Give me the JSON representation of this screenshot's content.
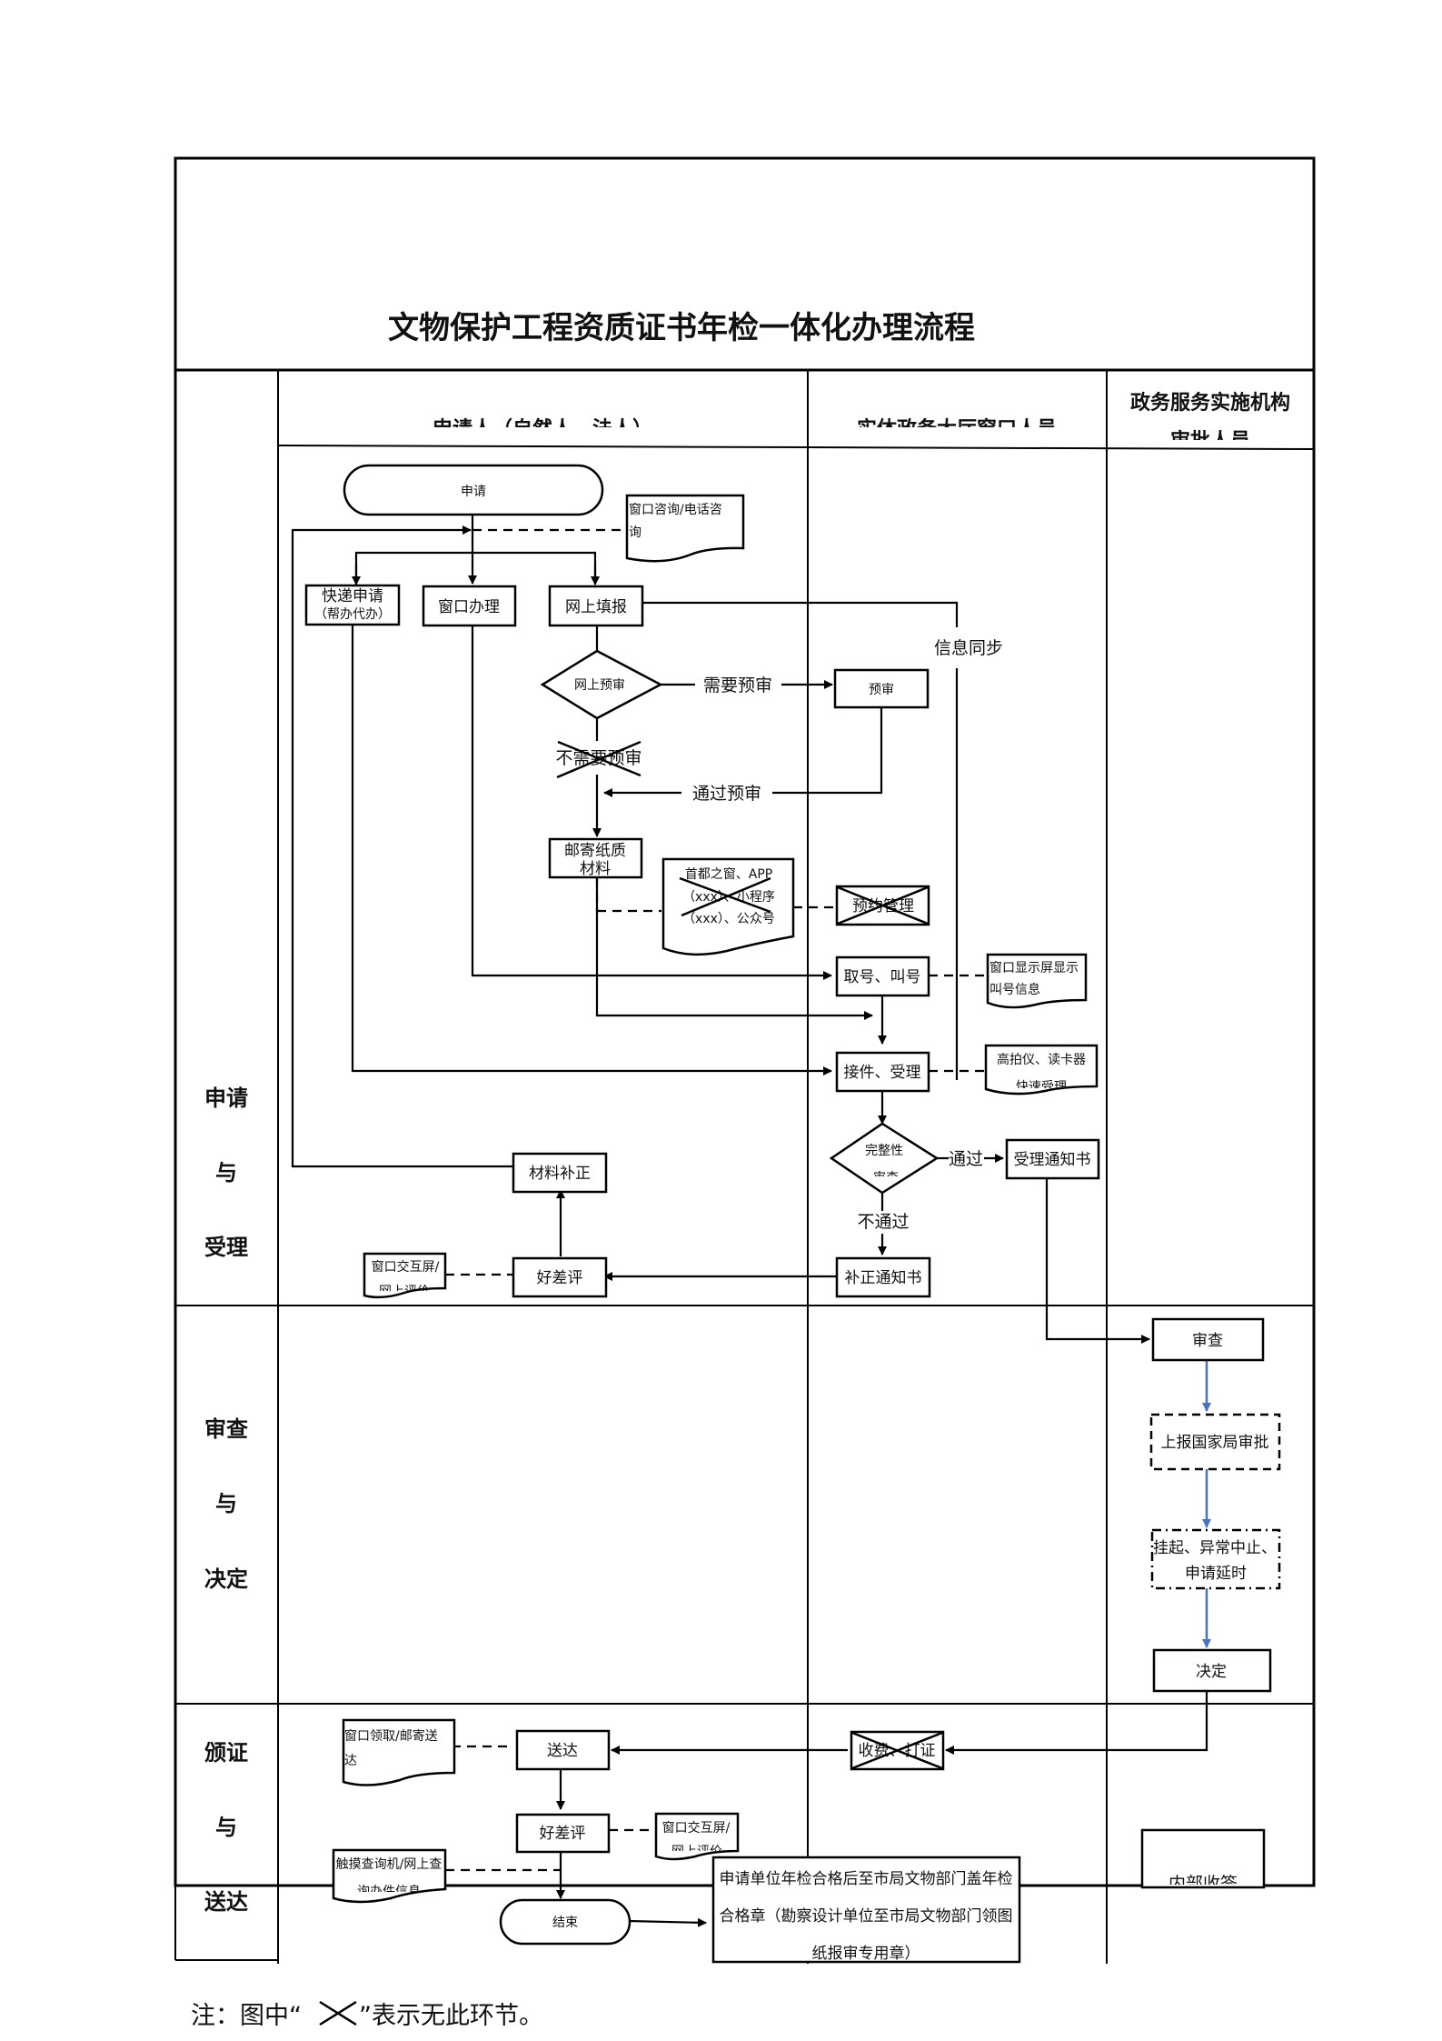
{
  "title": "文物保护工程资质证书年检一体化办理流程",
  "lanes": {
    "applicant": "申请人（自然人、法人）",
    "window": "实体政务大厅窗口人员",
    "agency_line1": "政务服务实施机构",
    "agency_line2": "审批人员"
  },
  "phases": {
    "apply": [
      "申请",
      "与",
      "受理"
    ],
    "review": [
      "审查",
      "与",
      "决定"
    ],
    "issue": [
      "颁证",
      "与",
      "送达"
    ]
  },
  "nodes": {
    "start": "申请",
    "consult_doc": [
      "窗口咨询/电话咨",
      "询"
    ],
    "express": [
      "快递申请",
      "（帮办代办）"
    ],
    "window_handle": "窗口办理",
    "online_fill": "网上填报",
    "online_precheck": "网上预审",
    "precheck": "预审",
    "mail_materials": [
      "邮寄纸质",
      "材料"
    ],
    "portal_doc": [
      "首都之窗、APP",
      "（xxx）、小程序",
      "（xxx）、公众号"
    ],
    "appointment": "预约管理",
    "take_number": "取号、叫号",
    "display_doc": [
      "窗口显示屏显示",
      "叫号信息"
    ],
    "receive_accept": "接件、受理",
    "scanner_doc": [
      "高拍仪、读卡器",
      "快速受理"
    ],
    "completeness_check": [
      "完整性",
      "审查"
    ],
    "accept_notice": "受理通知书",
    "correction_notice": "补正通知书",
    "materials_correction": "材料补正",
    "rating_1": "好差评",
    "rating_doc_1": [
      "窗口交互屏/",
      "网上评价"
    ],
    "review": "审查",
    "report_state": "上报国家局审批",
    "suspend": [
      "挂起、异常中止、",
      "申请延时"
    ],
    "decision": "决定",
    "fee_print": "收费、打证",
    "deliver": "送达",
    "pickup_doc": [
      "窗口领取/邮寄送",
      "达"
    ],
    "rating_2": "好差评",
    "rating_doc_2": [
      "窗口交互屏/",
      "网上评价"
    ],
    "query_doc": [
      "触摸查询机/网上查",
      "询办件信息"
    ],
    "end": "结束",
    "stamp_note": [
      "申请单位年检合格后至市局文物部门盖年检",
      "合格章（勘察设计单位至市局文物部门领图",
      "纸报审专用章）"
    ],
    "internal_receipt": "内部收签"
  },
  "edge_labels": {
    "info_sync": "信息同步",
    "need_precheck": "需要预审",
    "no_precheck": "不需要预审",
    "pass_precheck": "通过预审",
    "pass": "通过",
    "fail": "不通过"
  },
  "footnote": {
    "prefix": "注：图中“",
    "suffix": "”表示无此环节。"
  },
  "colors": {
    "line": "#000000",
    "review_arrow": "#4472c4"
  }
}
